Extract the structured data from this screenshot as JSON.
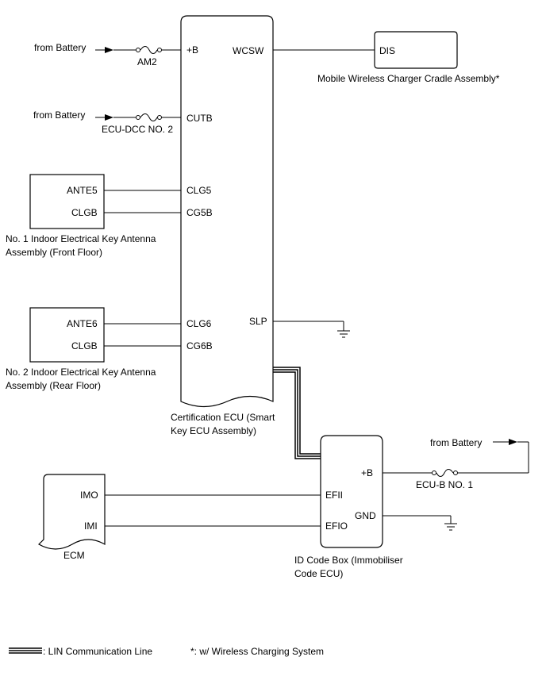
{
  "sources": {
    "from_battery_1": "from Battery",
    "from_battery_2": "from Battery",
    "from_battery_3": "from Battery"
  },
  "fuses": {
    "am2": "AM2",
    "ecu_dcc_no2": "ECU-DCC NO. 2",
    "ecu_b_no1": "ECU-B NO. 1"
  },
  "cert_ecu": {
    "terminals": {
      "b": "+B",
      "wcsw": "WCSW",
      "cutb": "CUTB",
      "clg5": "CLG5",
      "cg5b": "CG5B",
      "slp": "SLP",
      "clg6": "CLG6",
      "cg6b": "CG6B"
    },
    "name_line1": "Certification ECU (Smart",
    "name_line2": "Key ECU Assembly)"
  },
  "charger": {
    "terminal": "DIS",
    "name": "Mobile Wireless Charger Cradle Assembly*"
  },
  "antenna1": {
    "terminals": {
      "ante": "ANTE5",
      "clgb": "CLGB"
    },
    "name_line1": "No. 1 Indoor Electrical Key Antenna",
    "name_line2": "Assembly (Front Floor)"
  },
  "antenna2": {
    "terminals": {
      "ante": "ANTE6",
      "clgb": "CLGB"
    },
    "name_line1": "No. 2 Indoor Electrical Key Antenna",
    "name_line2": "Assembly (Rear Floor)"
  },
  "id_box": {
    "terminals": {
      "efii": "EFII",
      "efio": "EFIO",
      "b": "+B",
      "gnd": "GND"
    },
    "name_line1": "ID Code Box (Immobiliser",
    "name_line2": "Code ECU)"
  },
  "ecm": {
    "terminals": {
      "imo": "IMO",
      "imi": "IMI"
    },
    "name": "ECM"
  },
  "legend": {
    "lin": ": LIN Communication Line",
    "note": "*: w/ Wireless Charging System"
  }
}
